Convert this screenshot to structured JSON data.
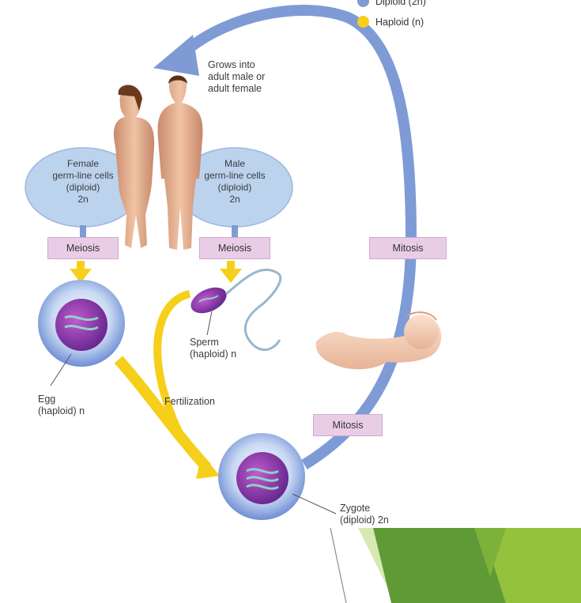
{
  "legend": {
    "diploid_label": "Diploid (2n)",
    "haploid_label": "Haploid (n)",
    "diploid_color": "#7e9bd6",
    "haploid_color": "#f6cf1b"
  },
  "labels": {
    "grows": [
      "Grows into",
      "adult male or",
      "adult female"
    ],
    "female_cells": [
      "Female",
      "germ-line cells",
      "(diploid)",
      "2n"
    ],
    "male_cells": [
      "Male",
      "germ-line cells",
      "(diploid)",
      "2n"
    ],
    "meiosis_left": "Meiosis",
    "meiosis_right": "Meiosis",
    "mitosis_upper": "Mitosis",
    "mitosis_lower": "Mitosis",
    "sperm": [
      "Sperm",
      "(haploid) n"
    ],
    "egg": [
      "Egg",
      "(haploid) n"
    ],
    "fertilization": "Fertilization",
    "zygote": [
      "Zygote",
      "(diploid) 2n"
    ]
  },
  "colors": {
    "cycle_arrow": "#7e9bd6",
    "yellow_arrow": "#f6cf1b",
    "ellipse_fill": "#bcd3ee",
    "pink_box": "#e9cde6",
    "green_dark": "#5f9a37",
    "green_light": "#94c23c"
  }
}
